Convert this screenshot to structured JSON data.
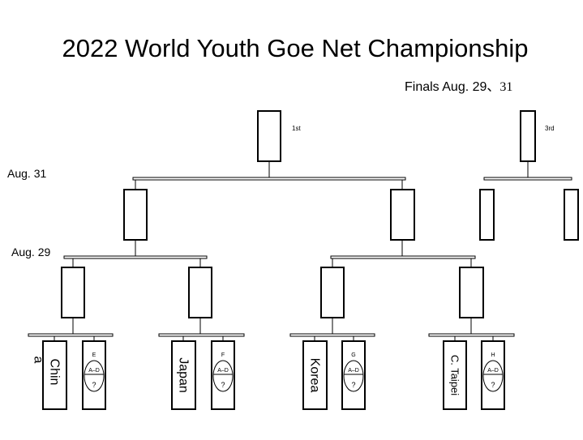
{
  "title": "2022 World Youth Goe Net Championship",
  "finals_label": "Finals Aug. 29、",
  "finals_label_end": "31",
  "date_labels": {
    "round_final": "Aug. 31",
    "round_semi": "Aug. 29"
  },
  "place_labels": {
    "first": "1st",
    "third": "3rd"
  },
  "teams": [
    {
      "name": "Chin",
      "name_overflow": "a",
      "group": "E",
      "seed_range": "A–D",
      "unknown": "?"
    },
    {
      "name": "Japan",
      "group": "F",
      "seed_range": "A–D",
      "unknown": "?"
    },
    {
      "name": "Korea",
      "group": "G",
      "seed_range": "A–D",
      "unknown": "?"
    },
    {
      "name": "C. Taipei",
      "group": "H",
      "seed_range": "A–D",
      "unknown": "?"
    }
  ]
}
